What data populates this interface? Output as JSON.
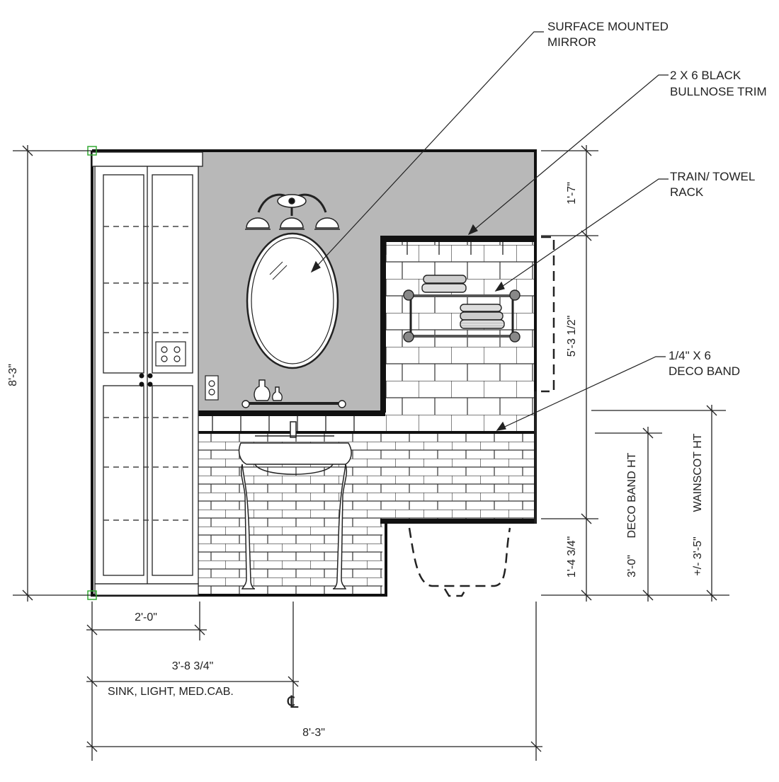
{
  "callouts": {
    "mirror": [
      "SURFACE MOUNTED",
      "MIRROR"
    ],
    "trim": [
      "2 X 6 BLACK",
      "BULLNOSE TRIM"
    ],
    "rack": [
      "TRAIN/ TOWEL",
      "RACK"
    ],
    "band": [
      "1/4\" X 6",
      "DECO BAND"
    ]
  },
  "dimensions": {
    "overall_height": "8'-3\"",
    "upper_wall": "1'-7\"",
    "tile_field": "5'-3 1/2\"",
    "tub_height": "1'-4 3/4\"",
    "deco_band_ht": "3'-0\"",
    "deco_band_label": "DECO BAND HT",
    "wainscot_ht": "+/- 3'-5\"",
    "wainscot_label": "WAINSCOT HT",
    "cabinet_width": "2'-0\"",
    "sink_center": "3'-8 3/4\"",
    "sink_note": "SINK, LIGHT, MED.CAB.",
    "centerline_symbol": "℄",
    "overall_width": "8'-3\""
  },
  "colors": {
    "wall_paint": "#b8b8b8",
    "tile": "#ffffff",
    "trim": "#111111",
    "line": "#222222"
  }
}
